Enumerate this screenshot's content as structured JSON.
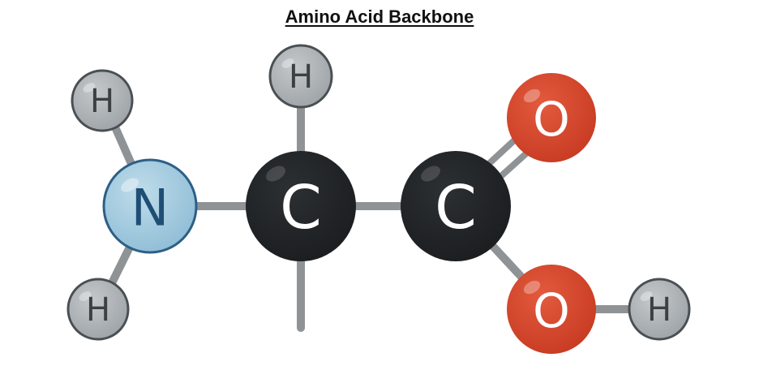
{
  "title": "Amino Acid Backbone",
  "colors": {
    "hydrogen": "#a9aeb2",
    "hydrogen_stroke": "#4a4f53",
    "hydrogen_text": "#3c4044",
    "nitrogen": "#a7cde0",
    "nitrogen_stroke": "#2d5f86",
    "nitrogen_text": "#1f4e74",
    "carbon": "#212426",
    "carbon_text": "#ffffff",
    "oxygen": "#d8472d",
    "oxygen_text": "#ffffff",
    "bond": "#8f9396"
  },
  "atoms": {
    "h_n_top": "H",
    "h_n_bottom": "H",
    "n": "N",
    "c_alpha": "C",
    "h_c_alpha": "H",
    "c_carboxyl": "C",
    "o_double": "O",
    "o_hydroxyl": "O",
    "h_hydroxyl": "H"
  }
}
